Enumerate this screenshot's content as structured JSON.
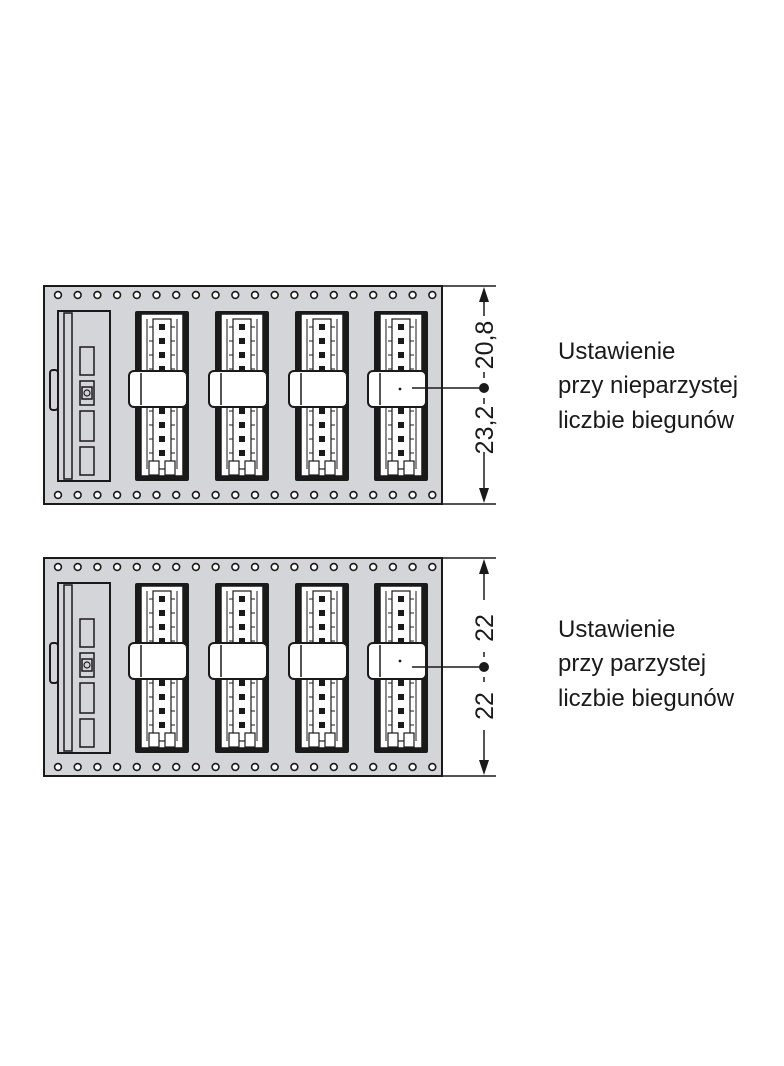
{
  "colors": {
    "rail": "#d3d5d8",
    "outline": "#1a1a1a",
    "connector": "#ffffff",
    "pin": "#1a1a1a"
  },
  "panels": [
    {
      "id": "odd",
      "caption": [
        "Ustawienie",
        "przy nieparzystej",
        "liczbie biegunów"
      ],
      "dim_upper": "20,8",
      "dim_lower": "23,2"
    },
    {
      "id": "even",
      "caption": [
        "Ustawienie",
        "przy parzystej",
        "liczbie biegunów"
      ],
      "dim_upper": "22",
      "dim_lower": "22"
    }
  ]
}
